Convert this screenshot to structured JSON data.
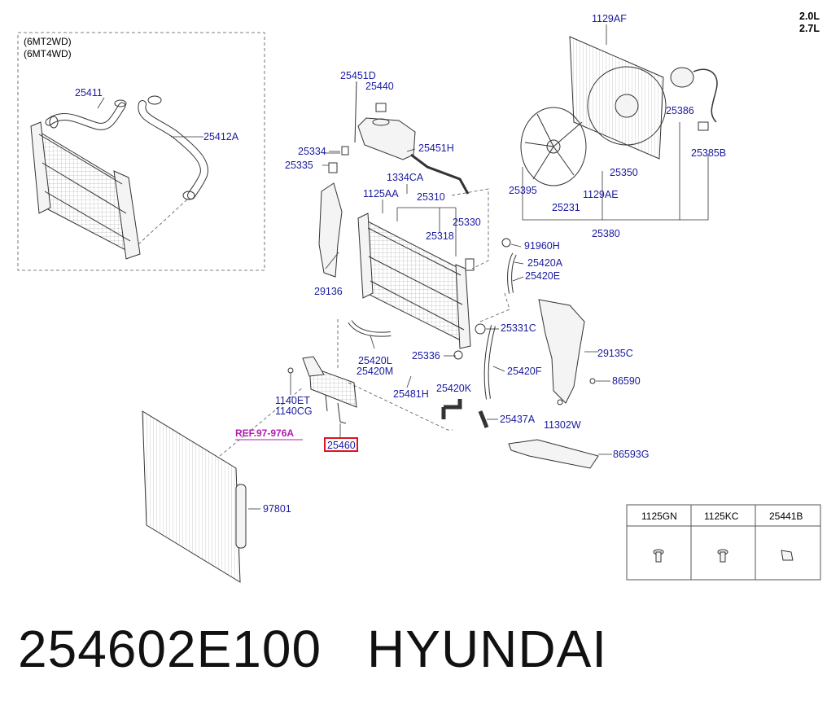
{
  "engine": [
    "2.0L",
    "2.7L"
  ],
  "variant_box": {
    "lines": [
      "(6MT2WD)",
      "(6MT4WD)"
    ],
    "callouts": [
      "25411",
      "25412A"
    ]
  },
  "callouts": {
    "c1129AF": "1129AF",
    "c25451D": "25451D",
    "c25440": "25440",
    "c25334": "25334",
    "c25335": "25335",
    "c25451H": "25451H",
    "c1334CA": "1334CA",
    "c1125AA": "1125AA",
    "c25310": "25310",
    "c25330": "25330",
    "c25318": "25318",
    "c29136": "29136",
    "c91960H": "91960H",
    "c25420A": "25420A",
    "c25420E": "25420E",
    "c25386": "25386",
    "c25385B": "25385B",
    "c25350": "25350",
    "c25395": "25395",
    "c1129AE": "1129AE",
    "c25231": "25231",
    "c25380": "25380",
    "c25331C": "25331C",
    "c29135C": "29135C",
    "c25420L": "25420L",
    "c25420M": "25420M",
    "c25336": "25336",
    "c25420F": "25420F",
    "c86590": "86590",
    "c25481H": "25481H",
    "c25420K": "25420K",
    "c1140ET": "1140ET",
    "c1140CG": "1140CG",
    "c25437A": "25437A",
    "c11302W": "11302W",
    "c25460": "25460",
    "c86593G": "86593G",
    "c97801": "97801"
  },
  "ref_label": "REF.97-976A",
  "highlight_color": "#e0141e",
  "label_color": "#1a1aa0",
  "fastener_table": {
    "headers": [
      "1125GN",
      "1125KC",
      "25441B"
    ],
    "icons": [
      "bolt-icon",
      "bolt-icon",
      "clip-icon"
    ]
  },
  "footer": {
    "part_number": "254602E100",
    "brand": "HYUNDAI"
  }
}
